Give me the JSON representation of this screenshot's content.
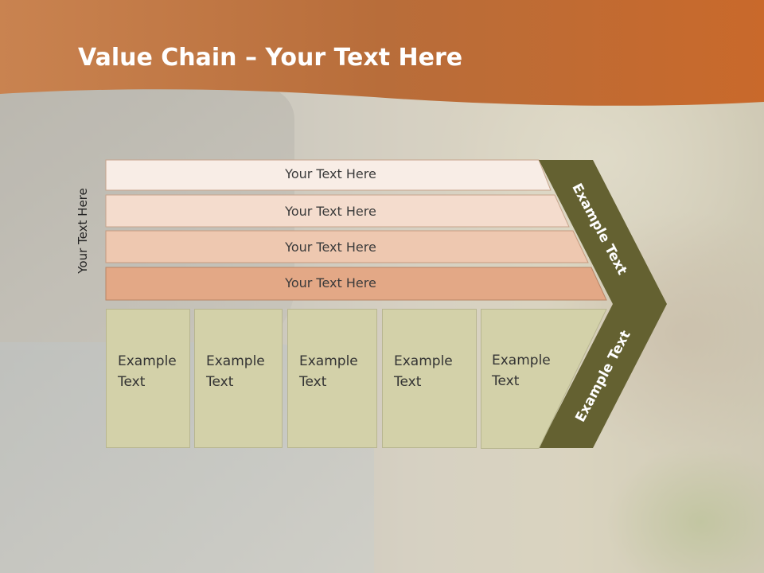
{
  "slide": {
    "title_bold": "Value Chain",
    "title_rest": " – Your Text Here",
    "side_label": "Your Text Here"
  },
  "bars": [
    {
      "label": "Your Text Here"
    },
    {
      "label": "Your Text Here"
    },
    {
      "label": "Your Text Here"
    },
    {
      "label": "Your Text Here"
    }
  ],
  "boxes": [
    {
      "line1": "Example",
      "line2": "Text"
    },
    {
      "line1": "Example",
      "line2": "Text"
    },
    {
      "line1": "Example",
      "line2": "Text"
    },
    {
      "line1": "Example",
      "line2": "Text"
    },
    {
      "line1": "Example",
      "line2": "Text"
    }
  ],
  "chevron": {
    "upper_label": "Example Text",
    "lower_label": "Example Text"
  },
  "colors": {
    "header": "#c87a40",
    "bar1": "#f8ede6",
    "bar2": "#f4dccd",
    "bar3": "#eec8b0",
    "bar4": "#e3a886",
    "box": "#d3d1a9",
    "chevron": "#646131"
  }
}
